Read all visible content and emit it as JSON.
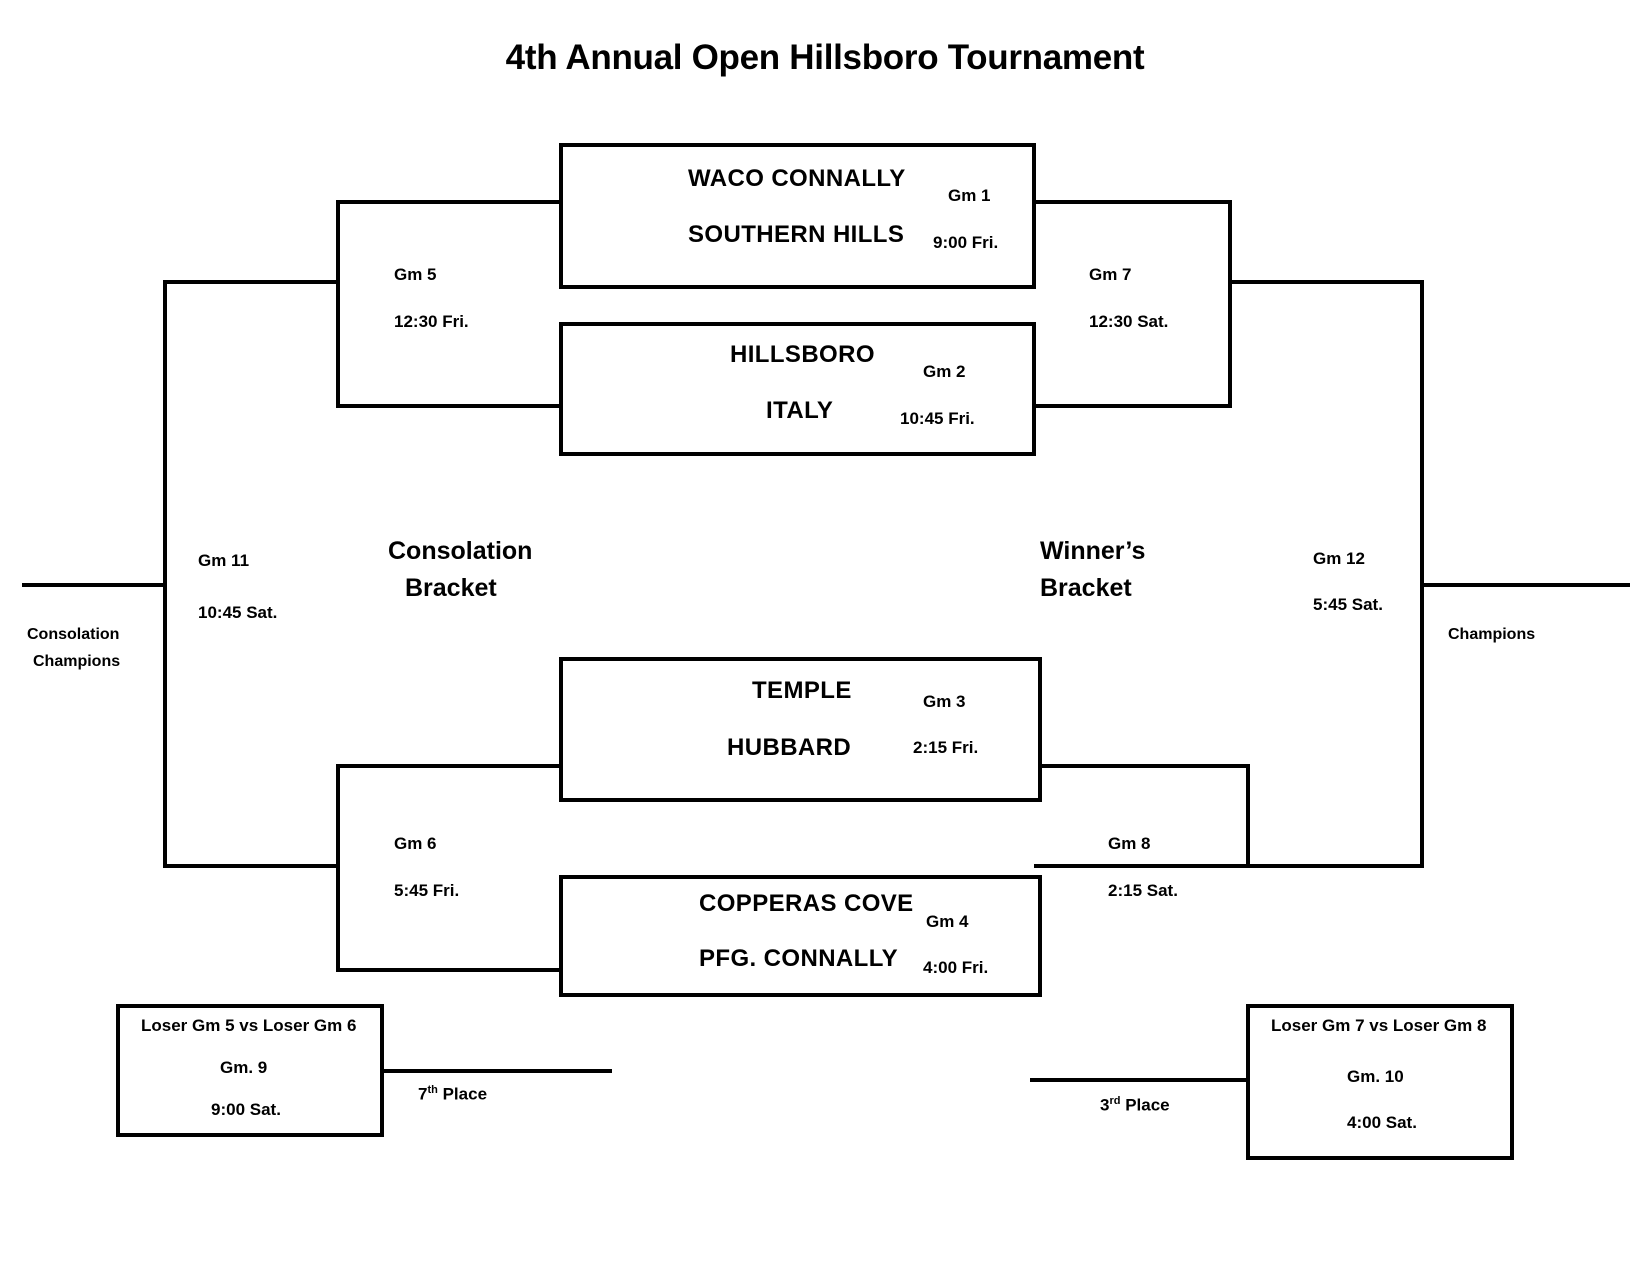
{
  "title": "4th Annual Open Hillsboro Tournament",
  "bracket_labels": {
    "consolation": {
      "line1": "Consolation",
      "line2": "Bracket"
    },
    "winners": {
      "line1": "Winner’s",
      "line2": "Bracket"
    },
    "consolation_champions": {
      "line1": "Consolation",
      "line2": "Champions"
    },
    "champions": "Champions",
    "seventh_place": {
      "num": "7",
      "sup": "th",
      "word": "Place"
    },
    "third_place": {
      "num": "3",
      "sup": "rd",
      "word": "Place"
    }
  },
  "games": {
    "gm1": {
      "team_top": "WACO CONNALLY",
      "team_bottom": "SOUTHERN HILLS",
      "id": "Gm 1",
      "time": "9:00 Fri."
    },
    "gm2": {
      "team_top": "HILLSBORO",
      "team_bottom": "ITALY",
      "id": "Gm 2",
      "time": "10:45 Fri."
    },
    "gm3": {
      "team_top": "TEMPLE",
      "team_bottom": "HUBBARD",
      "id": "Gm 3",
      "time": "2:15 Fri."
    },
    "gm4": {
      "team_top": "COPPERAS COVE",
      "team_bottom": "PFG. CONNALLY",
      "id": "Gm 4",
      "time": "4:00 Fri."
    },
    "gm5": {
      "id": "Gm 5",
      "time": "12:30  Fri."
    },
    "gm6": {
      "id": "Gm 6",
      "time": "5:45 Fri."
    },
    "gm7": {
      "id": "Gm 7",
      "time": "12:30 Sat."
    },
    "gm8": {
      "id": "Gm 8",
      "time": "2:15 Sat."
    },
    "gm9": {
      "matchup": "Loser Gm 5 vs Loser Gm 6",
      "id": "Gm. 9",
      "time": "9:00 Sat."
    },
    "gm10": {
      "matchup": "Loser Gm 7 vs Loser Gm 8",
      "id": "Gm. 10",
      "time": "4:00 Sat."
    },
    "gm11": {
      "id": "Gm 11",
      "time": "10:45 Sat."
    },
    "gm12": {
      "id": "Gm 12",
      "time": "5:45 Sat."
    }
  },
  "colors": {
    "line": "#000000",
    "background": "#ffffff",
    "text": "#000000"
  }
}
